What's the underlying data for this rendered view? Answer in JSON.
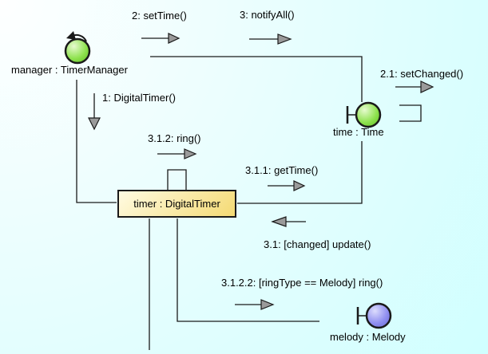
{
  "colors": {
    "bg-start": "#feffff",
    "bg-end": "#ccffff",
    "node-green": "#8ee24e",
    "node-green-light": "#e6fbcf",
    "node-blue": "#8f8ef0",
    "node-blue-light": "#dcdcfd",
    "box-yellow": "#f4da74",
    "box-yellow-light": "#fffbe2",
    "line": "#1a1a1a",
    "arrow-fill": "#9a9a9a",
    "text": "#000000"
  },
  "icons": {
    "manager": "active-object-circle-icon",
    "time": "object-circle-with-handle-icon",
    "melody": "object-circle-with-handle-icon"
  },
  "objects": {
    "manager": {
      "label": "manager : TimerManager"
    },
    "time": {
      "label": "time : Time"
    },
    "timer": {
      "label": "timer : DigitalTimer"
    },
    "melody": {
      "label": "melody : Melody"
    }
  },
  "messages": {
    "m1": {
      "label": "1: DigitalTimer()"
    },
    "m2": {
      "label": "2: setTime()"
    },
    "m3": {
      "label": "3: notifyAll()"
    },
    "m21": {
      "label": "2.1: setChanged()"
    },
    "m311": {
      "label": "3.1.1: getTime()"
    },
    "m312": {
      "label": "3.1.2: ring()"
    },
    "m31": {
      "label": "3.1: [changed] update()"
    },
    "m3122": {
      "label": "3.1.2.2: [ringType == Melody] ring()"
    }
  }
}
